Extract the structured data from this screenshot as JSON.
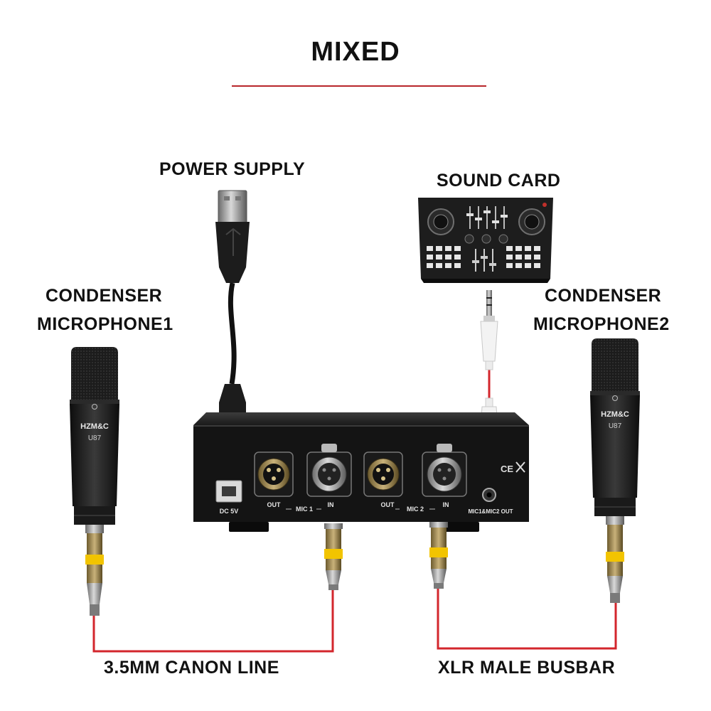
{
  "title": "MIXED",
  "labels": {
    "power_supply": "POWER SUPPLY",
    "sound_card": "SOUND CARD",
    "mic1_line1": "CONDENSER",
    "mic1_line2": "MICROPHONE1",
    "mic2_line1": "CONDENSER",
    "mic2_line2": "MICROPHONE2",
    "canon_line": "3.5MM CANON LINE",
    "xlr_busbar": "XLR MALE BUSBAR"
  },
  "microphone": {
    "brand": "HZM&C",
    "model": "U87"
  },
  "mixer": {
    "dc_label": "DC 5V",
    "out1": "OUT",
    "mic1": "MIC 1",
    "in1": "IN",
    "out2": "OUT",
    "mic2": "MIC 2",
    "in2": "IN",
    "combined_out": "MIC1&MIC2 OUT"
  },
  "colors": {
    "accent_red": "#b8262b",
    "cable_red": "#d3262c",
    "body_black": "#1a1a1a",
    "connector_yellow": "#f2c400"
  }
}
